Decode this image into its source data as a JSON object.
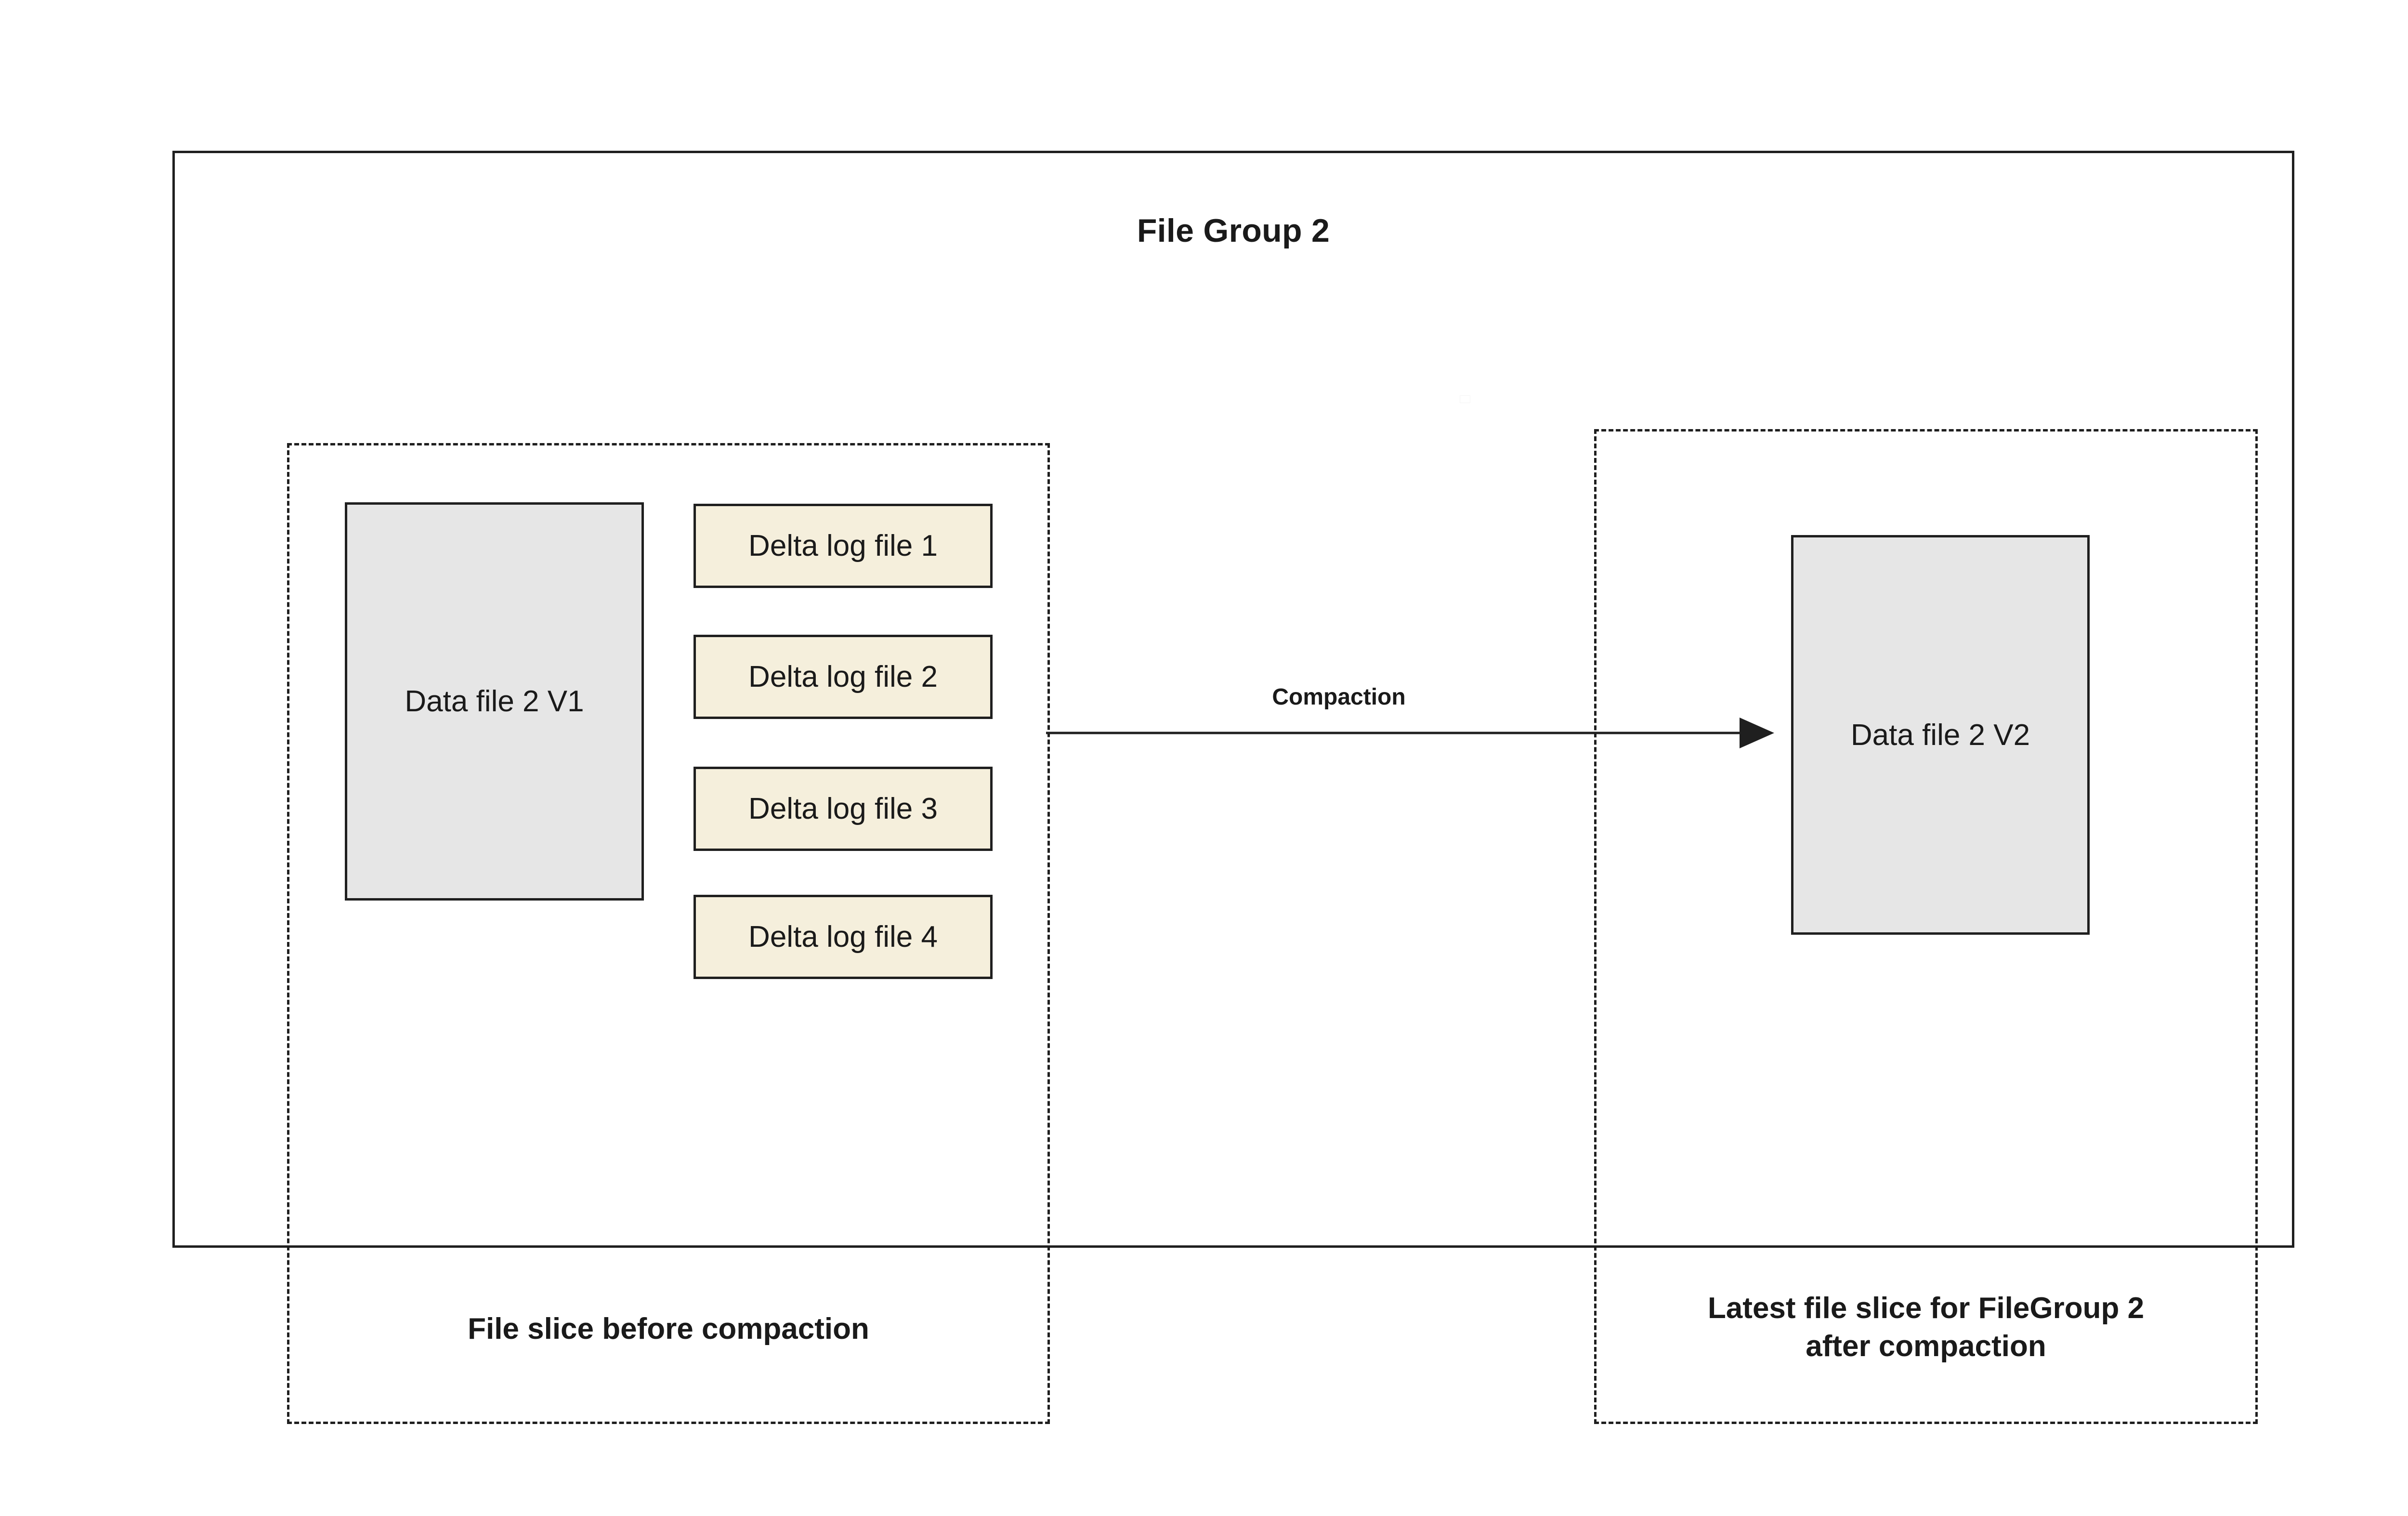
{
  "diagram": {
    "title": "File Group 2",
    "arrow": {
      "label": "Compaction",
      "direction": "left-to-right"
    },
    "slices": {
      "before": {
        "caption": "File slice before compaction",
        "data_file": "Data file 2 V1",
        "delta_logs": [
          "Delta log file 1",
          "Delta log file 2",
          "Delta log file 3",
          "Delta log file 4"
        ]
      },
      "after": {
        "caption_line1": "Latest file slice for FileGroup 2",
        "caption_line2": "after compaction",
        "data_file": "Data file 2 V2"
      }
    },
    "colors": {
      "background": "#ffffff",
      "stroke": "#1f1f1f",
      "data_file_fill": "#e6e6e6",
      "delta_log_fill": "#f5efdc",
      "text": "#1a1a1a"
    }
  }
}
